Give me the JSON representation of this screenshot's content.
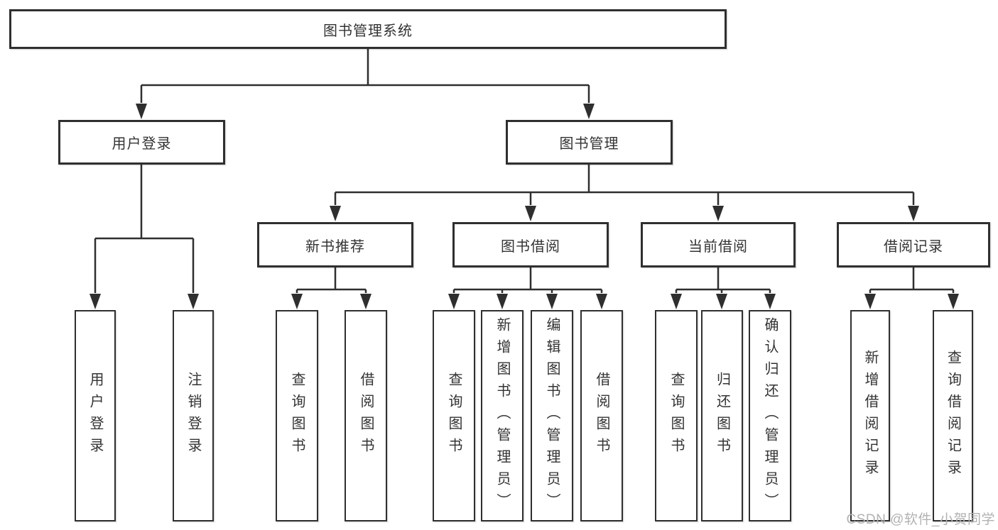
{
  "diagram": {
    "root": {
      "label": "图书管理系统"
    },
    "level2": [
      {
        "label": "用户登录"
      },
      {
        "label": "图书管理"
      }
    ],
    "level3": [
      {
        "label": "新书推荐"
      },
      {
        "label": "图书借阅"
      },
      {
        "label": "当前借阅"
      },
      {
        "label": "借阅记录"
      }
    ],
    "leaves": {
      "user_login": [
        "用户登录",
        "注销登录"
      ],
      "new_book_recommend": [
        "查询图书",
        "借阅图书"
      ],
      "book_borrowing": [
        "查询图书",
        "新增图书（管理员）",
        "编辑图书（管理员）",
        "借阅图书"
      ],
      "current_borrowing": [
        "查询图书",
        "归还图书",
        "确认归还（管理员）"
      ],
      "borrowing_records": [
        "新增借阅记录",
        "查询借阅记录"
      ]
    }
  },
  "watermark": "CSDN @软件_小贺同学",
  "colors": {
    "line": "#2f2f2f",
    "box_border": "#2f2f2f",
    "box_fill": "#ffffff",
    "text": "#333333",
    "watermark": "#b2b2b2"
  }
}
